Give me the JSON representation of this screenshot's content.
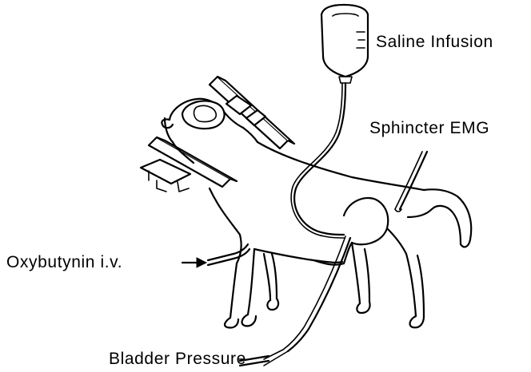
{
  "labels": {
    "saline_infusion": "Saline Infusion",
    "sphincter_emg": "Sphincter EMG",
    "oxybutynin": "Oxybutynin i.v.",
    "bladder_pressure": "Bladder Pressure"
  },
  "colors": {
    "ink": "#000000",
    "background": "#ffffff"
  }
}
